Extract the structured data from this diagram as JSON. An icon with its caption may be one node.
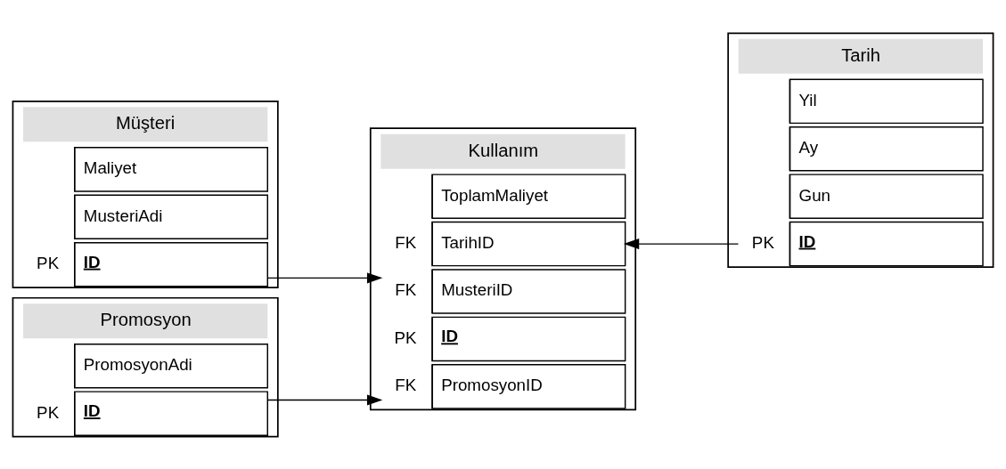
{
  "diagram": {
    "nodes": [
      {
        "text": [
          "Müşteri"
        ]
      },
      {
        "text": [
          "PK",
          "ID"
        ],
        "in": 0
      },
      {
        "text": [
          "MusteriAdi"
        ],
        "in": 0
      },
      {
        "text": [
          "Maliyet"
        ],
        "in": 0
      },
      {
        "text": [
          "Kullanım"
        ]
      },
      {
        "text": [
          "PK",
          "ID"
        ],
        "in": 4
      },
      {
        "text": [
          "FK",
          "MusteriID"
        ],
        "in": 4
      },
      {
        "text": [
          "FK",
          "PromosyonID"
        ],
        "in": 4
      },
      {
        "text": [
          "FK",
          "TarihID"
        ],
        "in": 4
      },
      {
        "text": [
          "ToplamMaliyet"
        ],
        "in": 4
      },
      {
        "text": [
          "Promosyon"
        ]
      },
      {
        "text": [
          "PK",
          "ID"
        ],
        "in": 10
      },
      {
        "text": [
          "PromosyonAdi"
        ],
        "in": 10
      },
      {
        "text": [
          "Tarih"
        ]
      },
      {
        "text": [
          "PK",
          "ID"
        ],
        "in": 13
      },
      {
        "text": [
          "Gun"
        ],
        "in": 13
      },
      {
        "text": [
          "Ay"
        ],
        "in": 13
      },
      {
        "text": [
          "Yil"
        ],
        "in": 13
      }
    ],
    "edges": [
      {
        "from": 1,
        "to": 6,
        "arrow": "to"
      },
      {
        "from": 11,
        "to": 7,
        "arrow": "to"
      },
      {
        "from": 14,
        "to": 8,
        "arrow": "to"
      }
    ]
  }
}
